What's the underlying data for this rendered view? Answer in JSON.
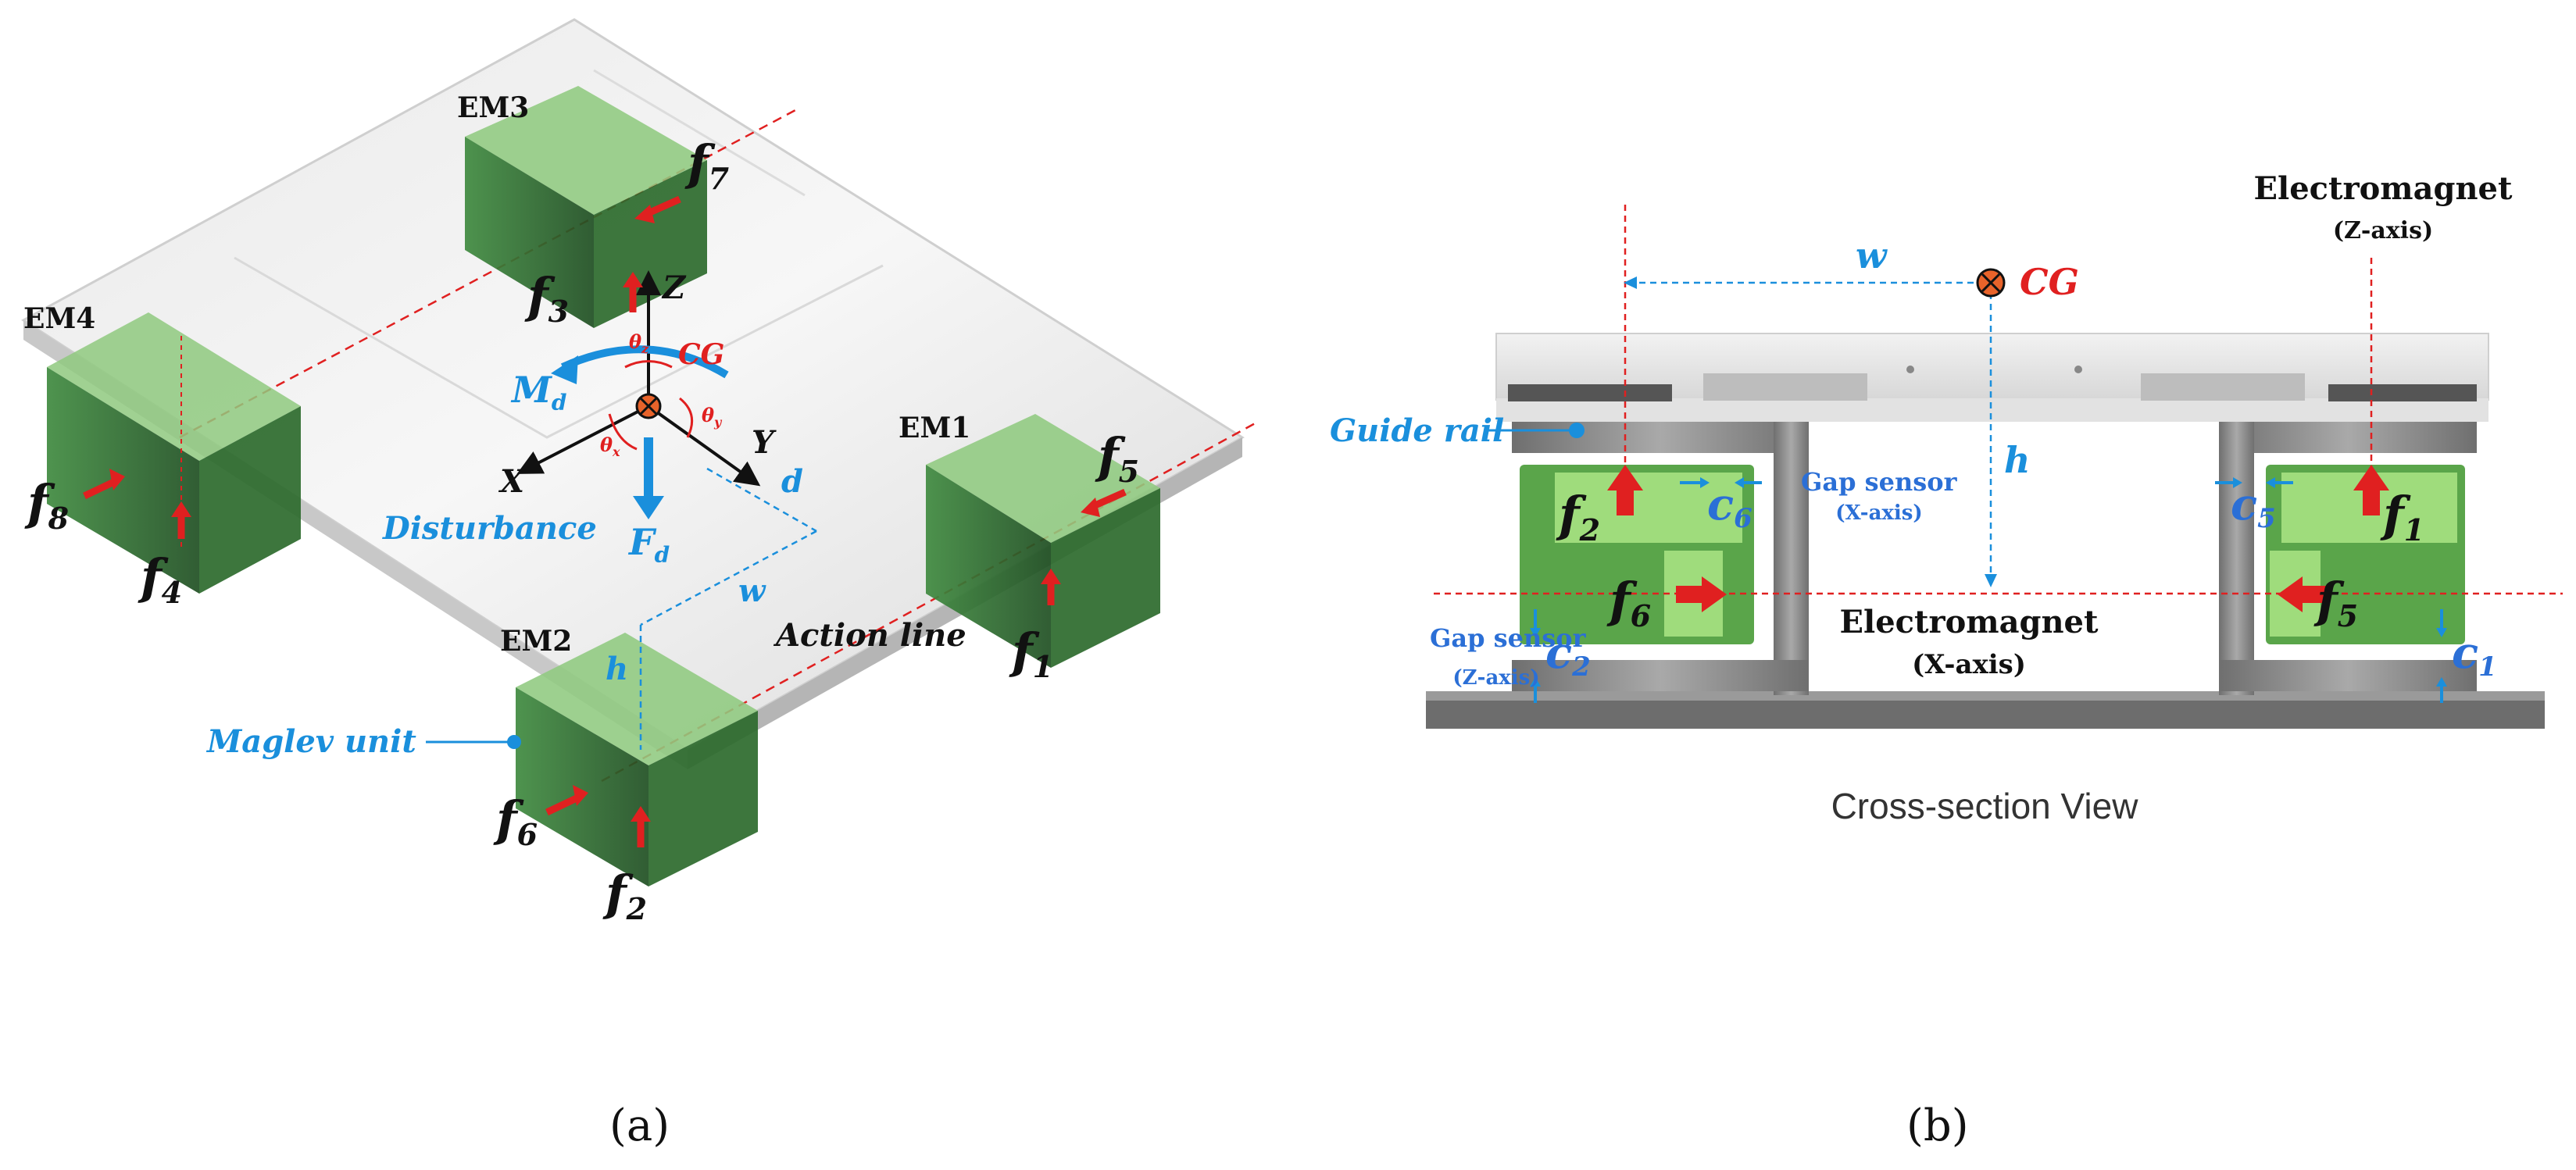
{
  "panel_a": {
    "em_labels": {
      "em1": "EM1",
      "em2": "EM2",
      "em3": "EM3",
      "em4": "EM4"
    },
    "forces": {
      "f1": "f",
      "f1_sub": "1",
      "f2": "f",
      "f2_sub": "2",
      "f3": "f",
      "f3_sub": "3",
      "f4": "f",
      "f4_sub": "4",
      "f5": "f",
      "f5_sub": "5",
      "f6": "f",
      "f6_sub": "6",
      "f7": "f",
      "f7_sub": "7",
      "f8": "f",
      "f8_sub": "8"
    },
    "axes": {
      "x": "X",
      "y": "Y",
      "z": "Z"
    },
    "angles": {
      "tx": "θ",
      "tx_sub": "x",
      "ty": "θ",
      "ty_sub": "y",
      "tz": "θ",
      "tz_sub": "z"
    },
    "cg": "CG",
    "moment": "M",
    "moment_sub": "d",
    "fd": "F",
    "fd_sub": "d",
    "disturbance": "Disturbance",
    "dim_d": "d",
    "dim_w": "w",
    "dim_h": "h",
    "action_line": "Action line",
    "maglev_unit": "Maglev unit",
    "caption": "(a)"
  },
  "panel_b": {
    "electromagnet_z": "Electromagnet",
    "electromagnet_z_axis": "(Z-axis)",
    "electromagnet_x": "Electromagnet",
    "electromagnet_x_axis": "(X-axis)",
    "gap_sensor_x": "Gap sensor",
    "gap_sensor_x_axis": "(X-axis)",
    "gap_sensor_z": "Gap sensor",
    "gap_sensor_z_axis": "(Z-axis)",
    "guide_rail": "Guide rail",
    "cg": "CG",
    "dim_w": "w",
    "dim_h": "h",
    "forces": {
      "f1": "f",
      "f1_sub": "1",
      "f2": "f",
      "f2_sub": "2",
      "f5": "f",
      "f5_sub": "5",
      "f6": "f",
      "f6_sub": "6"
    },
    "sensors": {
      "c1": "c",
      "c1_sub": "1",
      "c2": "c",
      "c2_sub": "2",
      "c5": "c",
      "c5_sub": "5",
      "c6": "c",
      "c6_sub": "6"
    },
    "view_title": "Cross-section View",
    "caption": "(b)"
  },
  "colors": {
    "green": "#3f8f3f",
    "red": "#e02020",
    "blue": "#1a8fdc",
    "steel": "#8a8a8a"
  }
}
